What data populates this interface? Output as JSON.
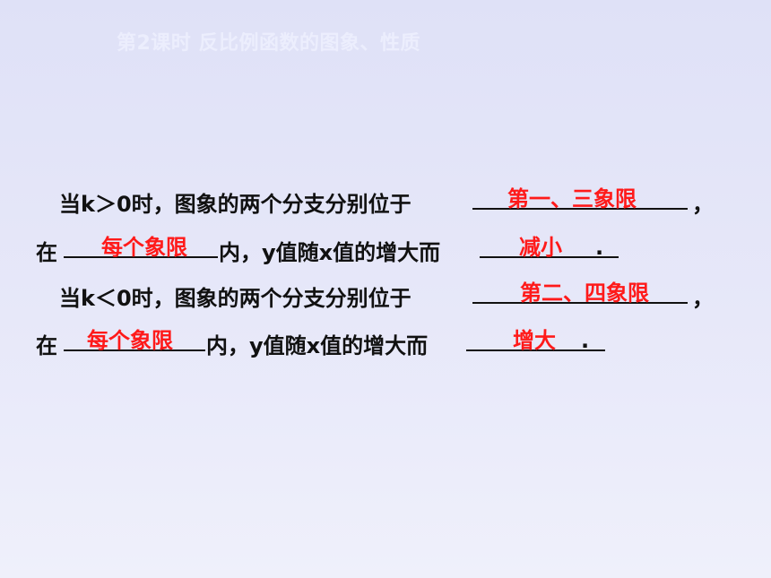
{
  "title": "第2课时  反比例函数的图象、性质",
  "lines": [
    {
      "pre": "当k＞0时，图象的两个分支分别位于",
      "answer": "第一、三象限",
      "post": "，"
    },
    {
      "pre": "在",
      "answer": "每个象限",
      "mid": "内，y值随x值的增大而",
      "answer2": "减小",
      "post": "."
    },
    {
      "pre": "当k＜0时，图象的两个分支分别位于",
      "answer": "第二、四象限",
      "post": "，"
    },
    {
      "pre": "在",
      "answer": "每个象限",
      "mid": "内，y值随x值的增大而",
      "answer2": "增大",
      "post": "."
    }
  ]
}
